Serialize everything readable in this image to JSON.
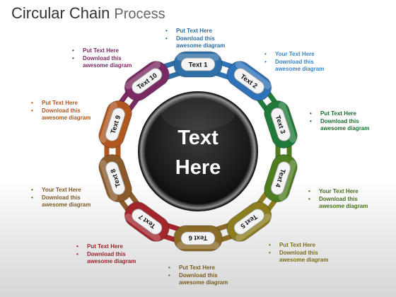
{
  "title": {
    "main": "Circular Chain",
    "sub": "Process"
  },
  "center_text": [
    "Text",
    "Here"
  ],
  "links": [
    {
      "label": "Text 1",
      "color": "#2f6fa7"
    },
    {
      "label": "Text 2",
      "color": "#2e73b8"
    },
    {
      "label": "Text 3",
      "color": "#1f7a3a"
    },
    {
      "label": "Text 4",
      "color": "#4e7d1f"
    },
    {
      "label": "Text 5",
      "color": "#8c7d1e"
    },
    {
      "label": "Text 6",
      "color": "#8a6a25"
    },
    {
      "label": "Text 7",
      "color": "#a2262c"
    },
    {
      "label": "Text 8",
      "color": "#8a5a2b"
    },
    {
      "label": "Text 9",
      "color": "#b0561f"
    },
    {
      "label": "Text 10",
      "color": "#7a2a62"
    }
  ],
  "callouts": [
    {
      "color": "#2e6da4",
      "lines": [
        "Put Text Here",
        "Download this",
        "awesome diagram"
      ]
    },
    {
      "color": "#3b84c4",
      "lines": [
        "Your Text Here",
        "Download this",
        "awesome diagram"
      ]
    },
    {
      "color": "#1b6d2f",
      "lines": [
        "Put Text Here",
        "Download this",
        "awesome diagram"
      ]
    },
    {
      "color": "#446f1b",
      "lines": [
        "Your Text Here",
        "Download this",
        "awesome diagram"
      ]
    },
    {
      "color": "#7d6c18",
      "lines": [
        "Put Text Here",
        "Download this",
        "awesome diagram"
      ]
    },
    {
      "color": "#7a5b1e",
      "lines": [
        "Put Text Here",
        "Download this",
        "awesome diagram"
      ]
    },
    {
      "color": "#9b2229",
      "lines": [
        "Put Text Here",
        "Download this",
        "awesome diagram"
      ]
    },
    {
      "color": "#7d5a2a",
      "lines": [
        "Your Text Here",
        "Download this",
        "awesome diagram"
      ]
    },
    {
      "color": "#b0561f",
      "lines": [
        "Put Text Here",
        "Download this",
        "awesome diagram"
      ]
    },
    {
      "color": "#7a2a62",
      "lines": [
        "Put Text Here",
        "Download this",
        "awesome diagram"
      ]
    }
  ]
}
